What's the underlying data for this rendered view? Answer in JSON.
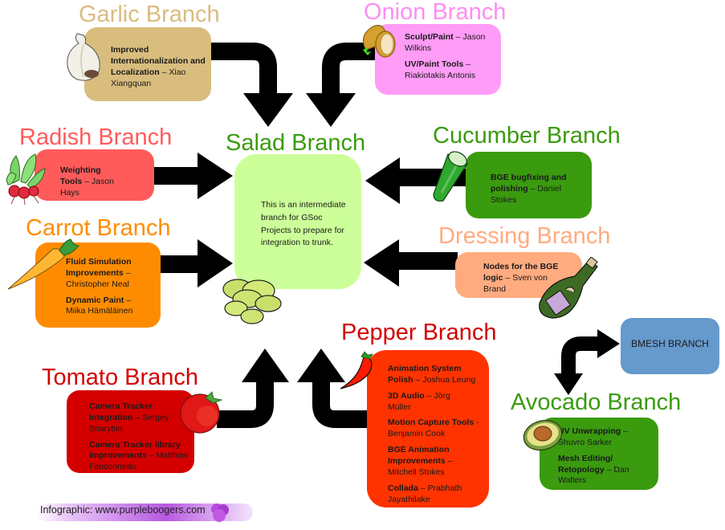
{
  "colors": {
    "garlic": "#d9bd7e",
    "onion": "#ff9cf7",
    "radish": "#ff5b5b",
    "carrot": "#ff8c00",
    "salad": "#ccff99",
    "cucumber": "#3a9b0e",
    "dressing": "#ffab7f",
    "pepper": "#ff3300",
    "tomato": "#d40000",
    "avocado": "#3a9b0e",
    "bmesh": "#6699cc"
  },
  "branches": {
    "garlic": {
      "title": "Garlic Branch",
      "icon": "garlic-icon",
      "entries": [
        {
          "project": "Improved Internationalization and Localization",
          "author": " – Xiao Xiangquan"
        }
      ]
    },
    "onion": {
      "title": "Onion Branch",
      "icon": "onion-icon",
      "entries": [
        {
          "project": "Sculpt/Paint",
          "author": " – Jason Wilkins"
        },
        {
          "project": "UV/Paint Tools",
          "author": " – Riakiotakis Antonis"
        }
      ]
    },
    "radish": {
      "title": "Radish Branch",
      "icon": "radish-icon",
      "entries": [
        {
          "project": "Weighting Tools",
          "author": " – Jason Hays"
        }
      ]
    },
    "carrot": {
      "title": "Carrot Branch",
      "icon": "carrot-icon",
      "entries": [
        {
          "project": "Fluid Simulation Improvements",
          "author": " – Christopher Neal"
        },
        {
          "project": "Dynamic Paint",
          "author": " – Miika Hämäläinen"
        }
      ]
    },
    "salad": {
      "title": "Salad Branch",
      "icon": "lettuce-icon",
      "description": "This is an intermediate branch for GSoc Projects to prepare for integration to trunk."
    },
    "cucumber": {
      "title": "Cucumber Branch",
      "icon": "cucumber-icon",
      "entries": [
        {
          "project": "BGE bugfixing and polishing",
          "author": " – Daniel Stokes"
        }
      ]
    },
    "dressing": {
      "title": "Dressing Branch",
      "icon": "bottle-icon",
      "entries": [
        {
          "project": "Nodes for the BGE logic",
          "author": " – Sven von Brand"
        }
      ]
    },
    "pepper": {
      "title": "Pepper Branch",
      "icon": "chili-pepper-icon",
      "entries": [
        {
          "project": "Animation System Polish",
          "author": " – Joshua Leung"
        },
        {
          "project": "3D Audio",
          "author": " – Jörg Müller"
        },
        {
          "project": "Motion Capture Tools",
          "author": " -Benjamin Cook"
        },
        {
          "project": "BGE Animation Improvements",
          "author": " – Mitchell Stokes"
        },
        {
          "project": "Collada",
          "author": " – Prabhath Jayathilake"
        }
      ]
    },
    "tomato": {
      "title": "Tomato Branch",
      "icon": "tomato-icon",
      "entries": [
        {
          "project": "Camera Tracker Integration",
          "author": " – Sergey Sharybin"
        },
        {
          "project": "Camera Tracker library improvements",
          "author": " – Matthias Fauconneau"
        }
      ]
    },
    "avocado": {
      "title": "Avocado Branch",
      "icon": "avocado-icon",
      "entries": [
        {
          "project": "UV Unwrapping",
          "author": " – Shuvro Sarker"
        },
        {
          "project": "Mesh Editing/ Retopology",
          "author": " – Dan Walters"
        }
      ]
    },
    "bmesh": {
      "title": "BMESH BRANCH"
    }
  },
  "footer": {
    "credit": "Infographic: www.purpleboogers.com"
  }
}
